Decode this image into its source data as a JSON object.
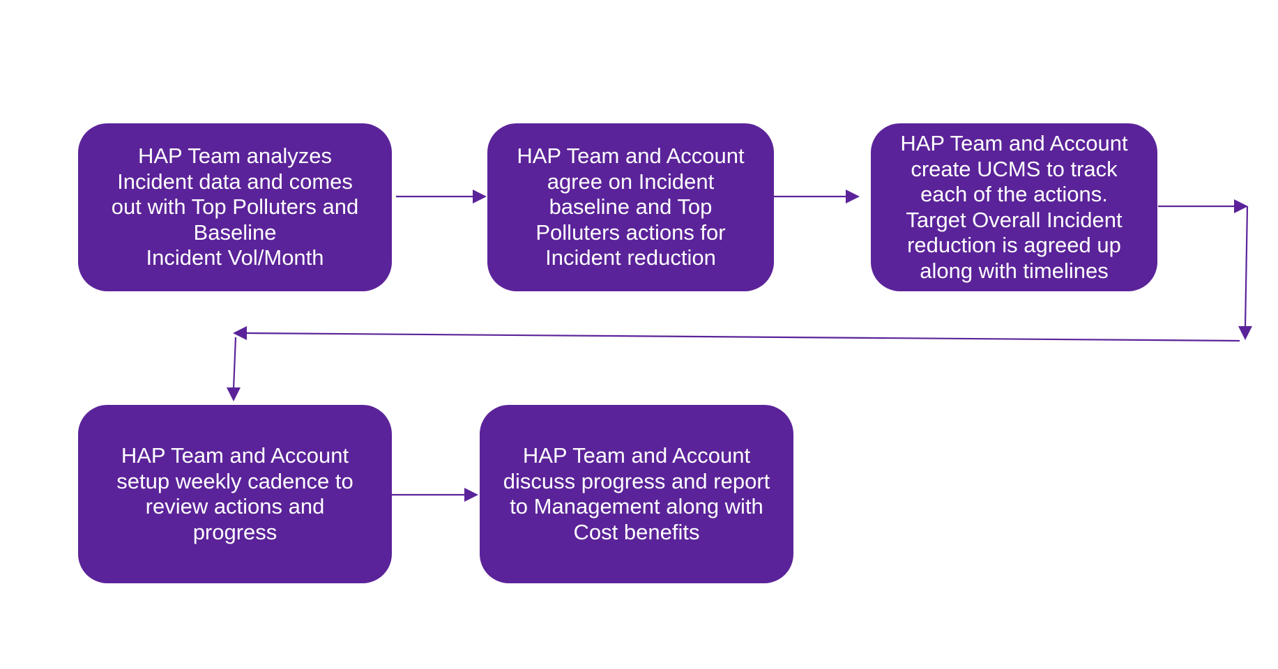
{
  "theme": {
    "box_fill": "#5b2399",
    "box_text": "#ffffff",
    "connector": "#5b2399",
    "background": "#ffffff"
  },
  "steps": [
    {
      "id": "step-1",
      "text": "HAP Team analyzes\nIncident data and comes\nout with Top Polluters and\nBaseline\nIncident Vol/Month"
    },
    {
      "id": "step-2",
      "text": "HAP Team and Account\nagree on Incident\nbaseline and Top\nPolluters actions for\nIncident reduction"
    },
    {
      "id": "step-3",
      "text": "HAP Team and Account\ncreate UCMS to track\neach of the actions.\nTarget Overall Incident\nreduction is agreed up\nalong with timelines"
    },
    {
      "id": "step-4",
      "text": "HAP Team and Account\nsetup weekly cadence to\nreview actions and\nprogress"
    },
    {
      "id": "step-5",
      "text": "HAP Team and Account\ndiscuss progress and report\nto Management along with\nCost benefits"
    }
  ]
}
